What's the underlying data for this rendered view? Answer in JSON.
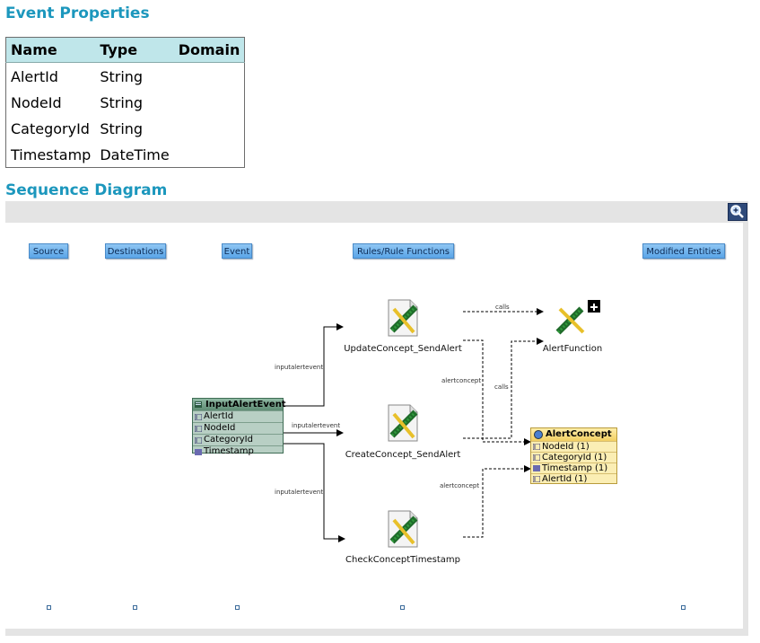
{
  "headings": {
    "event_properties": "Event Properties",
    "sequence_diagram": "Sequence Diagram"
  },
  "properties_table": {
    "columns": [
      "Name",
      "Type",
      "Domain"
    ],
    "rows": [
      {
        "name": "AlertId",
        "type": "String",
        "domain": ""
      },
      {
        "name": "NodeId",
        "type": "String",
        "domain": ""
      },
      {
        "name": "CategoryId",
        "type": "String",
        "domain": ""
      },
      {
        "name": "Timestamp",
        "type": "DateTime",
        "domain": ""
      }
    ]
  },
  "diagram": {
    "zoom_icon": "zoom-in-icon",
    "lanes": [
      "Source",
      "Destinations",
      "Event",
      "Rules/Rule Functions",
      "Modified Entities"
    ],
    "event_node": {
      "title": "InputAlertEvent",
      "fields": [
        "AlertId",
        "NodeId",
        "CategoryId",
        "Timestamp"
      ]
    },
    "rules": [
      "UpdateConcept_SendAlert",
      "CreateConcept_SendAlert",
      "CheckConceptTimestamp"
    ],
    "function_node": "AlertFunction",
    "concept_node": {
      "title": "AlertConcept",
      "fields": [
        "NodeId (1)",
        "CategoryId (1)",
        "Timestamp (1)",
        "AlertId (1)"
      ]
    },
    "edge_labels": {
      "input_1": "inputalertevent",
      "input_2": "inputalertevent",
      "input_3": "inputalertevent",
      "calls_1": "calls",
      "calls_2": "calls",
      "concept_1": "alertconcept",
      "concept_2": "alertconcept"
    },
    "colors": {
      "heading": "#1c97bd",
      "lane_button": "#5aa5e8",
      "event_node": "#8fb9a3",
      "concept_node": "#f2cf62"
    }
  }
}
